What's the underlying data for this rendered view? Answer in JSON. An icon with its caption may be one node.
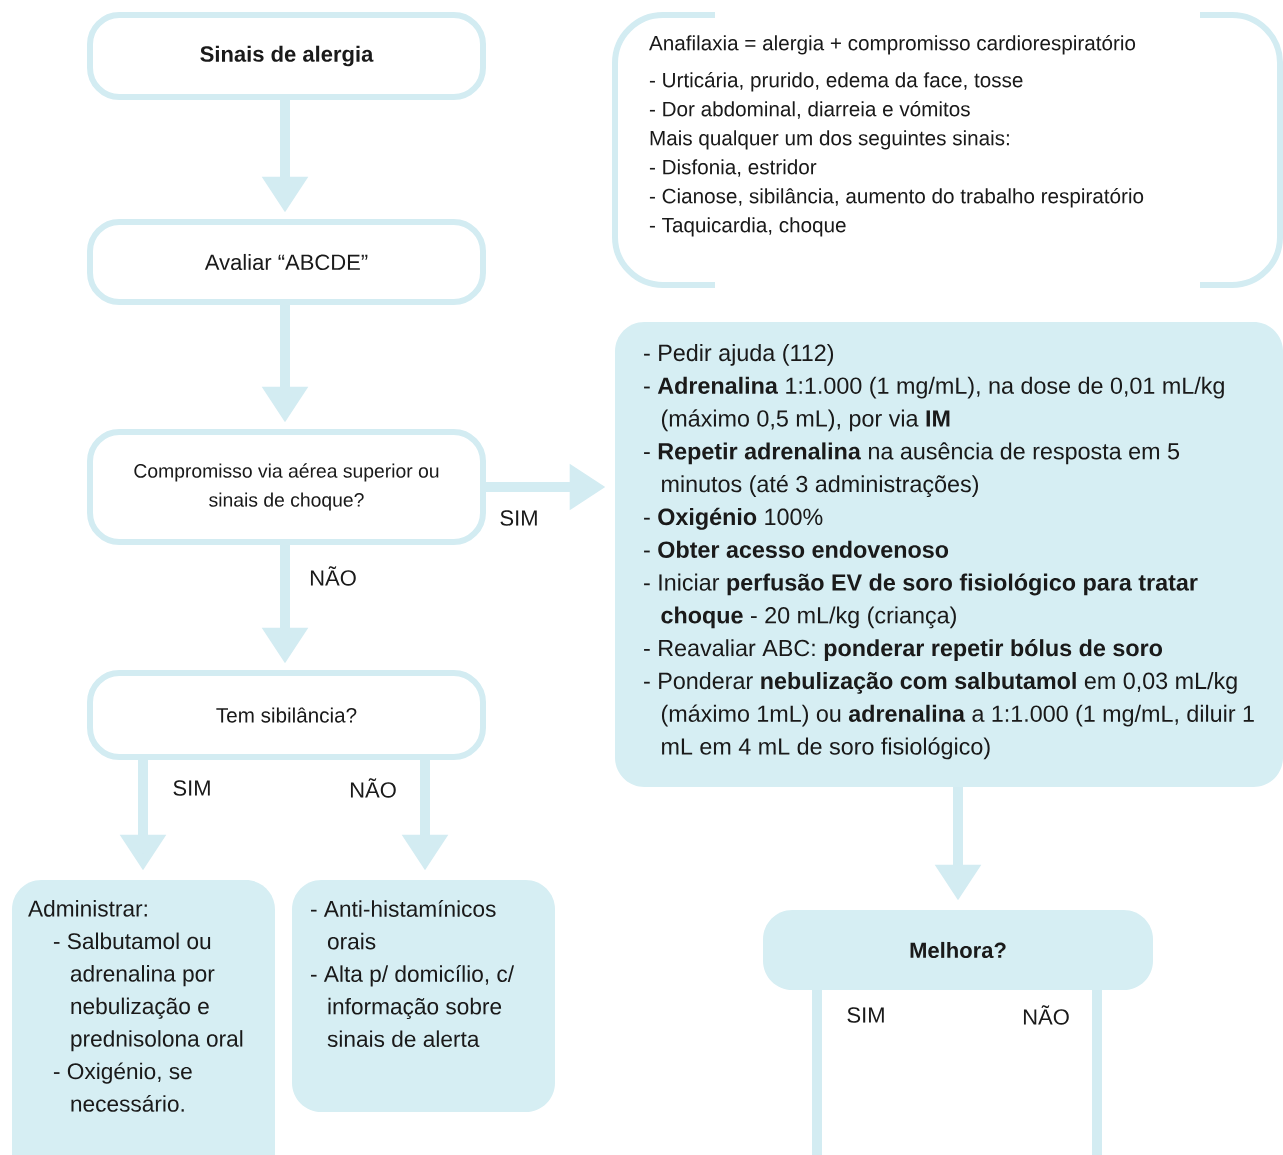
{
  "diagram": {
    "nodes": [
      {
        "text": [
          "Sinais de alergia"
        ]
      },
      {
        "text": [
          "Avaliar “ABCDE”"
        ]
      },
      {
        "text": [
          "Compromisso via aérea superior ou sinais de choque?"
        ]
      },
      {
        "text": [
          "Tem sibilância?"
        ]
      },
      {
        "text": [
          "Administrar:",
          "- Salbutamol ou adrenalina por nebulização e prednisolona oral",
          "- Oxigénio, se necessário."
        ]
      },
      {
        "text": [
          "- Anti-histamínicos orais",
          "- Alta p/ domicílio, c/ informação sobre sinais de alerta"
        ]
      },
      {
        "text": [
          "Anafilaxia = alergia + compromisso cardiorespiratório",
          "- Urticária, prurido, edema da face, tosse",
          "- Dor abdominal, diarreia e vómitos",
          "Mais qualquer um dos seguintes sinais:",
          "- Disfonia, estridor",
          "- Cianose, sibilância, aumento do trabalho respiratório",
          "- Taquicardia, choque"
        ]
      },
      {
        "text": [
          "- Pedir ajuda (112)",
          "- **Adrenalina** 1:1.000 (1 mg/mL), na dose de 0,01 mL/kg (máximo 0,5 mL), por via **IM**",
          "- **Repetir adrenalina** na ausência de resposta em 5 minutos (até 3 administrações)",
          "- **Oxigénio** 100%",
          "- **Obter acesso endovenoso**",
          "- Iniciar **perfusão EV de soro fisiológico para tratar choque** - 20 mL/kg (criança)",
          "- Reavaliar ABC: **ponderar repetir bólus de soro**",
          "- Ponderar **nebulização com salbutamol** em 0,03 mL/kg (máximo 1mL) ou **adrenalina** a 1:1.000 (1 mg/mL, diluir 1 mL em 4 mL de soro fisiológico)"
        ]
      },
      {
        "text": [
          "Melhora?"
        ]
      }
    ],
    "edges": [
      {
        "from": 0,
        "to": 1,
        "arrow": "to"
      },
      {
        "from": 1,
        "to": 2,
        "arrow": "to"
      },
      {
        "from": 2,
        "to": 7,
        "arrow": "to",
        "label": "SIM"
      },
      {
        "from": 2,
        "to": 3,
        "arrow": "to",
        "label": "NÃO"
      },
      {
        "from": 3,
        "to": 4,
        "arrow": "to",
        "label": "SIM"
      },
      {
        "from": 3,
        "to": 5,
        "arrow": "to",
        "label": "NÃO"
      },
      {
        "from": 7,
        "to": 8,
        "arrow": "to"
      },
      {
        "from": 8,
        "to": null,
        "arrow": "none",
        "label": "SIM"
      },
      {
        "from": 8,
        "to": null,
        "arrow": "none",
        "label": "NÃO"
      }
    ]
  }
}
